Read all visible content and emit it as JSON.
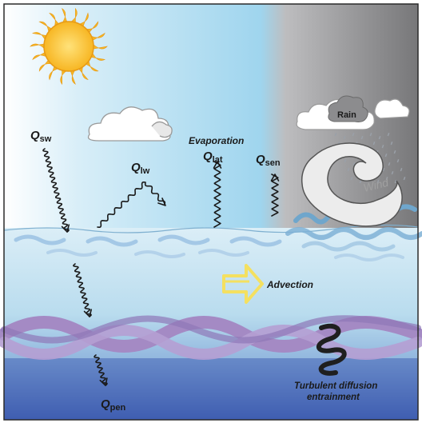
{
  "labels": {
    "q_sw": "Q",
    "q_sw_sub": "sw",
    "q_lw": "Q",
    "q_lw_sub": "lw",
    "evaporation": "Evaporation",
    "q_lat": "Q",
    "q_lat_sub": "lat",
    "q_sen": "Q",
    "q_sen_sub": "sen",
    "rain": "Rain",
    "wind": "Wind",
    "advection": "Advection",
    "q_pen": "Q",
    "q_pen_sub": "pen",
    "turbulent_line1": "Turbulent diffusion",
    "turbulent_line2": "entrainment"
  },
  "colors": {
    "sky_light": "#ffffff",
    "sky_blue": "#a8d8ee",
    "storm_gray": "#7d7d7f",
    "sea_top": "#d4e9f4",
    "sea_deep": "#3f5fb0",
    "mixed_layer": "#a78cc6",
    "advection_arrow": "#f4e060",
    "sun": "#f7b623"
  },
  "icons": [
    "sun-icon",
    "cloud-icon",
    "rain-cloud-icon",
    "wind-swirl-icon",
    "advection-arrow-icon",
    "turbulence-coil-icon"
  ]
}
